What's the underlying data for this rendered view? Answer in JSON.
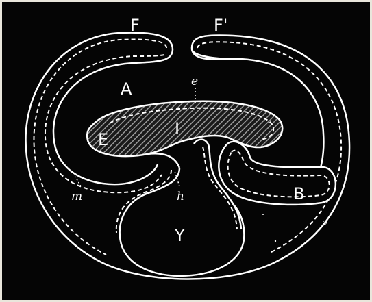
{
  "figure": {
    "labels": {
      "F": "F",
      "F_prime": "F'",
      "A": "A",
      "e": "e",
      "I": "I",
      "E": "E",
      "m": "m",
      "h": "h",
      "B": "B",
      "Y": "Y"
    }
  },
  "colors": {
    "background": "#050505",
    "outline": "#ffffff",
    "hatched_region": "#8a8a8a"
  }
}
